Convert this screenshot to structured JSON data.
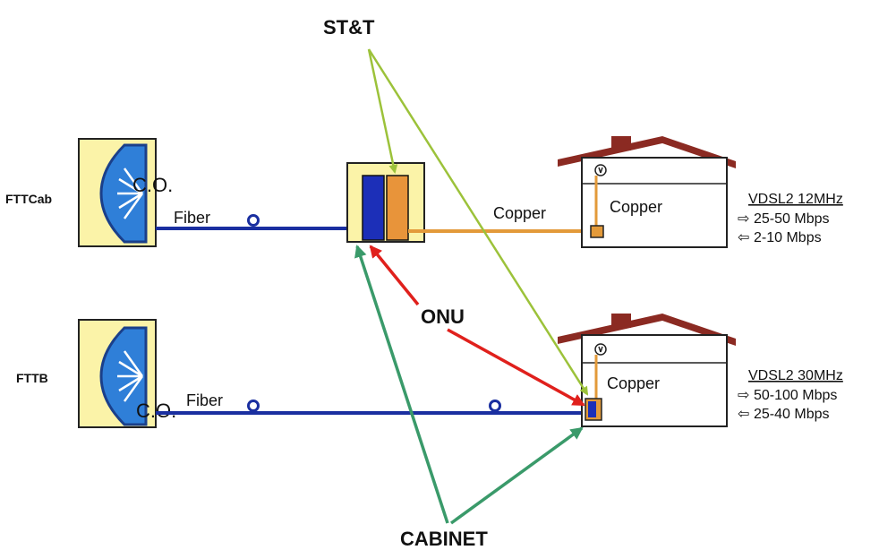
{
  "labels": {
    "stt": "ST&T",
    "onu": "ONU",
    "cabinet": "CABINET"
  },
  "rows": {
    "fttcab": {
      "name": "FTTCab",
      "co": "C.O.",
      "fiber": "Fiber",
      "copper_line": "Copper",
      "copper_house": "Copper",
      "rate_title": "VDSL2 12MHz",
      "down": "25-50 Mbps",
      "up": "2-10 Mbps"
    },
    "fttb": {
      "name": "FTTB",
      "co": "C.O.",
      "fiber": "Fiber",
      "copper_house": "Copper",
      "rate_title": "VDSL2 30MHz",
      "down": "50-100 Mbps",
      "up": "25-40 Mbps"
    }
  },
  "colors": {
    "fiber": "#1a2fa0",
    "copper": "#e39a3a",
    "stt_arrow": "#9cc23a",
    "onu_arrow": "#e0201c",
    "cabinet_arrow": "#3a9a6a",
    "box_fill": "#fbf3a8",
    "roof": "#8b2a22",
    "down_arrow": "#3fa63f",
    "up_arrow": "#9ec89e"
  },
  "icons": {
    "co_equipment": "splitter-icon",
    "wall_socket": "wall-socket-icon"
  }
}
